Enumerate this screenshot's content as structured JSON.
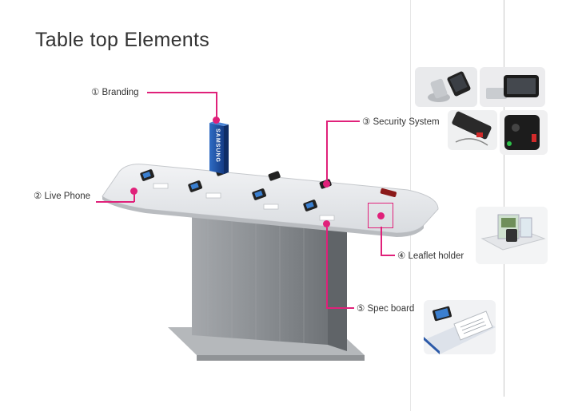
{
  "page": {
    "title": "Table top Elements"
  },
  "callouts": {
    "branding": "① Branding",
    "live_phone": "② Live Phone",
    "security": "③ Security System",
    "leaflet": "④ Leaflet holder",
    "spec": "⑤ Spec board"
  },
  "brand_pillar": {
    "text": "SAMSUNG"
  },
  "colors": {
    "accent": "#e0217a",
    "pillar": "#1f4ea3",
    "steel": "#8e9296",
    "glass": "#e6e8eb"
  }
}
